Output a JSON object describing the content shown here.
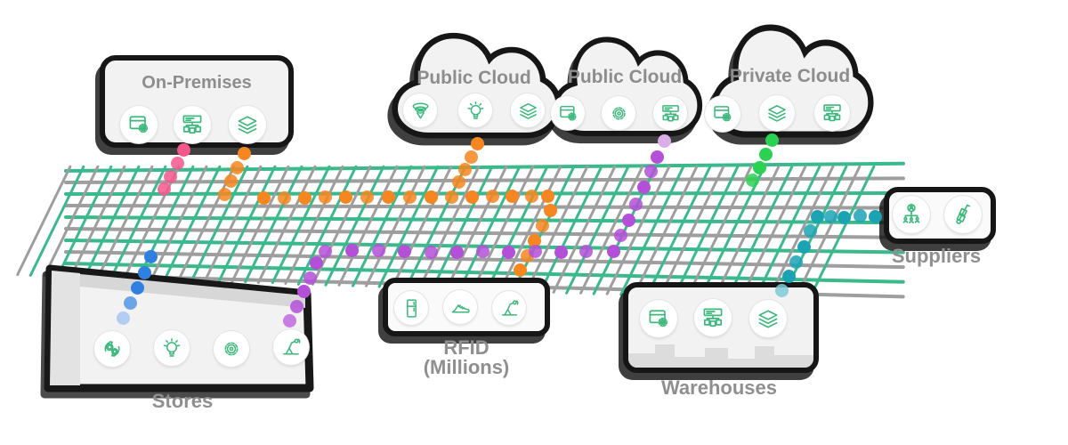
{
  "palette": {
    "icon_green": "#3cb87c",
    "outline_black": "#161616",
    "panel_fill": "#f2f2f2",
    "title_gray": "#8d8d8d"
  },
  "mesh": {
    "teal": "#3cb98c",
    "gray": "#9e9e9e"
  },
  "nodes": {
    "on_premises": {
      "title": "On-Premises",
      "icons": [
        "browser-gear",
        "network-tree",
        "layers"
      ]
    },
    "public_cloud_1": {
      "title": "Public Cloud",
      "icons": [
        "vortex",
        "lightbulb",
        "layers"
      ]
    },
    "public_cloud_2": {
      "title": "Public Cloud",
      "icons": [
        "browser-gear",
        "gear",
        "network-tree"
      ]
    },
    "private_cloud": {
      "title": "Private Cloud",
      "icons": [
        "browser-gear",
        "layers",
        "network-tree"
      ]
    },
    "stores": {
      "label": "Stores",
      "icons": [
        "gears-cycle",
        "lightbulb",
        "gear",
        "robot-arm"
      ]
    },
    "rfid": {
      "label_line1": "RFID",
      "label_line2": "(Millions)",
      "icons": [
        "refrigerator",
        "sneaker",
        "robot-arm"
      ]
    },
    "warehouses": {
      "label": "Warehouses",
      "icons": [
        "browser-gear",
        "network-tree",
        "layers"
      ]
    },
    "suppliers": {
      "label": "Suppliers",
      "icons": [
        "org-people",
        "hand-truck"
      ]
    }
  },
  "flows": [
    {
      "name": "pink-flow-onprem-descent",
      "color": "#f4578c",
      "dots": [
        [
          206,
          168,
          "s"
        ],
        [
          199,
          183,
          "t"
        ],
        [
          191,
          198,
          "t"
        ],
        [
          184,
          212,
          "t"
        ]
      ]
    },
    {
      "name": "orange-flow-onprem-descent",
      "color": "#f6861f",
      "dots": [
        [
          274,
          172,
          "s"
        ],
        [
          266,
          188,
          "t"
        ],
        [
          259,
          203,
          "t"
        ],
        [
          252,
          218,
          "t"
        ]
      ]
    },
    {
      "name": "orange-flow-row",
      "color": "#f6861f",
      "dots": [
        [
          296,
          222,
          "s"
        ],
        [
          319,
          222,
          "t"
        ],
        [
          342,
          222,
          "s"
        ],
        [
          365,
          221,
          "t"
        ],
        [
          388,
          221,
          "s"
        ],
        [
          412,
          221,
          "t"
        ],
        [
          436,
          221,
          "s"
        ],
        [
          460,
          221,
          "t"
        ],
        [
          484,
          221,
          "s"
        ],
        [
          507,
          221,
          "t"
        ],
        [
          530,
          221,
          "s"
        ],
        [
          553,
          220,
          "t"
        ],
        [
          575,
          220,
          "s"
        ],
        [
          597,
          220,
          "t"
        ],
        [
          615,
          220,
          "s"
        ]
      ]
    },
    {
      "name": "orange-flow-cloud-descent",
      "color": "#f6861f",
      "dots": [
        [
          536,
          161,
          "s"
        ],
        [
          529,
          176,
          "t"
        ],
        [
          522,
          190,
          "t"
        ],
        [
          515,
          204,
          "t"
        ]
      ]
    },
    {
      "name": "orange-flow-rfid-descent",
      "color": "#f6861f",
      "dots": [
        [
          618,
          236,
          "s"
        ],
        [
          609,
          253,
          "t"
        ],
        [
          600,
          270,
          "s"
        ],
        [
          592,
          287,
          "t"
        ],
        [
          584,
          303,
          "s"
        ]
      ]
    },
    {
      "name": "purple-flow-cloud-descent",
      "color": "#b44fd8",
      "dots": [
        [
          746,
          158,
          "s",
          "#d9aee9"
        ],
        [
          738,
          176,
          "s"
        ],
        [
          731,
          192,
          "t"
        ],
        [
          723,
          210,
          "s"
        ],
        [
          714,
          229,
          "t"
        ],
        [
          706,
          247,
          "s"
        ],
        [
          697,
          264,
          "t"
        ],
        [
          689,
          282,
          "s"
        ]
      ]
    },
    {
      "name": "purple-flow-row",
      "color": "#b44fd8",
      "dots": [
        [
          658,
          282,
          "t"
        ],
        [
          630,
          283,
          "s"
        ],
        [
          601,
          282,
          "t"
        ],
        [
          571,
          283,
          "s"
        ],
        [
          542,
          282,
          "t"
        ],
        [
          513,
          283,
          "s"
        ],
        [
          484,
          283,
          "t"
        ],
        [
          454,
          282,
          "s"
        ],
        [
          425,
          281,
          "t"
        ],
        [
          395,
          281,
          "s"
        ],
        [
          365,
          282,
          "t"
        ]
      ]
    },
    {
      "name": "purple-flow-stores-descent",
      "color": "#b44fd8",
      "dots": [
        [
          355,
          295,
          "s"
        ],
        [
          348,
          312,
          "t"
        ],
        [
          341,
          327,
          "s"
        ],
        [
          333,
          344,
          "t"
        ],
        [
          325,
          360,
          "s",
          "#c77de2"
        ]
      ]
    },
    {
      "name": "blue-flow-stores-descent",
      "color": "#2f80e0",
      "dots": [
        [
          169,
          288,
          "s"
        ],
        [
          162,
          306,
          "s"
        ],
        [
          154,
          323,
          "s"
        ],
        [
          146,
          340,
          "s",
          "#6ba5e8"
        ],
        [
          138,
          357,
          "s",
          "#b3cdf2"
        ]
      ]
    },
    {
      "name": "green-flow-privatecloud-descent",
      "color": "#2bd153",
      "dots": [
        [
          867,
          157,
          "s"
        ],
        [
          860,
          173,
          "s"
        ],
        [
          853,
          188,
          "s"
        ],
        [
          845,
          202,
          "t"
        ]
      ]
    },
    {
      "name": "teal-flow-row",
      "color": "#1ba3b4",
      "dots": [
        [
          983,
          243,
          "s"
        ],
        [
          966,
          242,
          "t"
        ],
        [
          948,
          244,
          "s"
        ],
        [
          933,
          243,
          "t"
        ],
        [
          918,
          243,
          "s"
        ]
      ]
    },
    {
      "name": "teal-flow-warehouse-descent",
      "color": "#1ba3b4",
      "dots": [
        [
          910,
          259,
          "t"
        ],
        [
          903,
          277,
          "s"
        ],
        [
          894,
          294,
          "t"
        ],
        [
          886,
          310,
          "s"
        ],
        [
          878,
          326,
          "t",
          "#7ecbd6"
        ]
      ]
    }
  ]
}
